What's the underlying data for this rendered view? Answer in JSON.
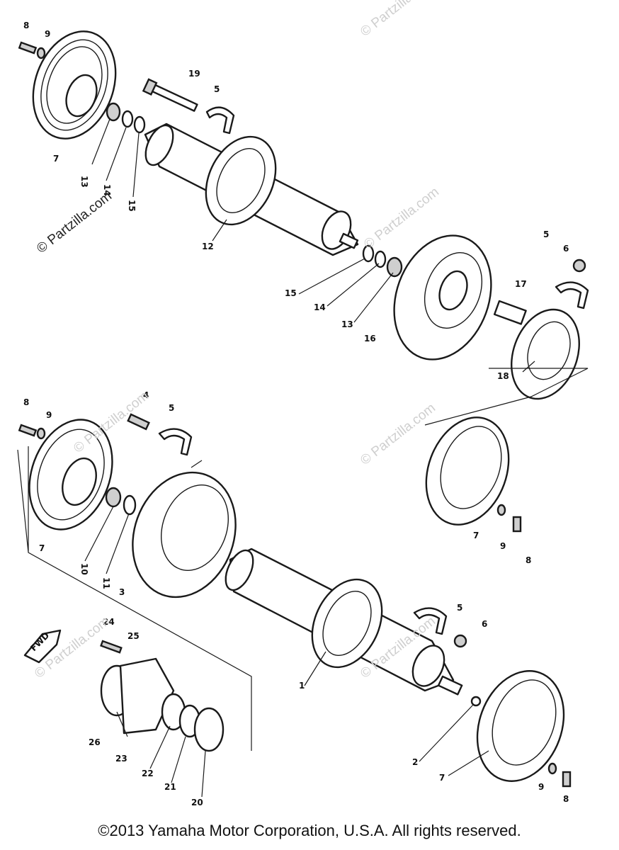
{
  "watermarks": {
    "side": "© Partzilla.com",
    "faint": "© Partzilla.com"
  },
  "callouts": [
    {
      "id": "c1",
      "text": "8"
    },
    {
      "id": "c2",
      "text": "9"
    },
    {
      "id": "c3",
      "text": "7"
    },
    {
      "id": "c4",
      "text": "13"
    },
    {
      "id": "c5",
      "text": "14"
    },
    {
      "id": "c6",
      "text": "15"
    },
    {
      "id": "c7",
      "text": "19"
    },
    {
      "id": "c8",
      "text": "5"
    },
    {
      "id": "c9",
      "text": "12"
    },
    {
      "id": "c10",
      "text": "15"
    },
    {
      "id": "c11",
      "text": "14"
    },
    {
      "id": "c12",
      "text": "13"
    },
    {
      "id": "c13",
      "text": "16"
    },
    {
      "id": "c14",
      "text": "17"
    },
    {
      "id": "c15",
      "text": "5"
    },
    {
      "id": "c16",
      "text": "6"
    },
    {
      "id": "c17",
      "text": "18"
    },
    {
      "id": "c18",
      "text": "8"
    },
    {
      "id": "c19",
      "text": "9"
    },
    {
      "id": "c20",
      "text": "4"
    },
    {
      "id": "c21",
      "text": "5"
    },
    {
      "id": "c22",
      "text": "7"
    },
    {
      "id": "c23",
      "text": "10"
    },
    {
      "id": "c24",
      "text": "11"
    },
    {
      "id": "c25",
      "text": "3"
    },
    {
      "id": "c26",
      "text": "7"
    },
    {
      "id": "c27",
      "text": "9"
    },
    {
      "id": "c28",
      "text": "8"
    },
    {
      "id": "c29",
      "text": "5"
    },
    {
      "id": "c30",
      "text": "6"
    },
    {
      "id": "c31",
      "text": "1"
    },
    {
      "id": "c32",
      "text": "2"
    },
    {
      "id": "c33",
      "text": "7"
    },
    {
      "id": "c34",
      "text": "9"
    },
    {
      "id": "c35",
      "text": "8"
    },
    {
      "id": "c36",
      "text": "24"
    },
    {
      "id": "c37",
      "text": "25"
    },
    {
      "id": "c38",
      "text": "26"
    },
    {
      "id": "c39",
      "text": "23"
    },
    {
      "id": "c40",
      "text": "22"
    },
    {
      "id": "c41",
      "text": "21"
    },
    {
      "id": "c42",
      "text": "20"
    }
  ],
  "fwd_label": "FWD",
  "copyright": "©2013  Yamaha Motor Corporation, U.S.A. All rights reserved."
}
